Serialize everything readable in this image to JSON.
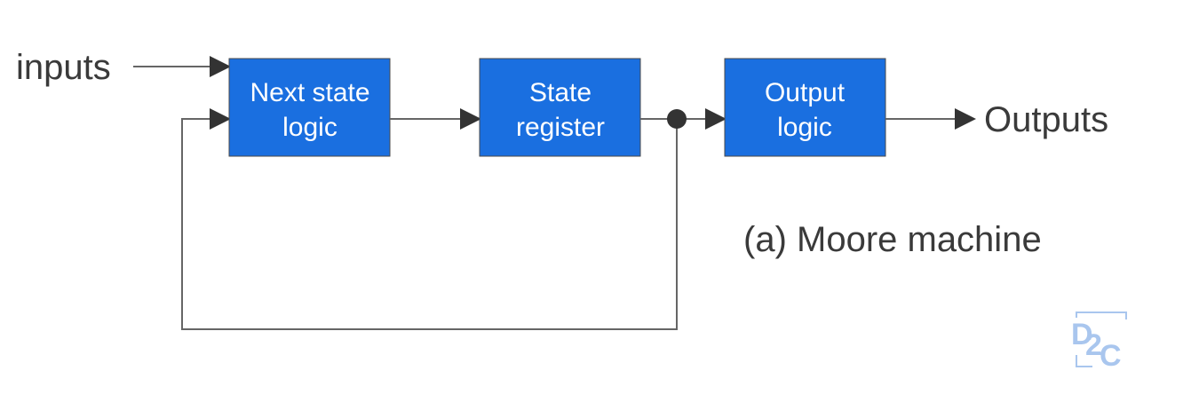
{
  "diagram": {
    "inputs_label": "inputs",
    "outputs_label": "Outputs",
    "caption": "(a) Moore machine",
    "blocks": {
      "next_state": {
        "line1": "Next state",
        "line2": "logic"
      },
      "state_register": {
        "line1": "State",
        "line2": "register"
      },
      "output_logic": {
        "line1": "Output",
        "line2": "logic"
      }
    },
    "logo": {
      "letter1": "D",
      "digit": "2",
      "letter2": "C"
    }
  },
  "colors": {
    "block_fill": "#1a6fe0",
    "block_text": "#ffffff",
    "wire": "#666666",
    "arrow": "#333333",
    "label_text": "#3a3a3a",
    "logo": "#a9c6ee"
  }
}
